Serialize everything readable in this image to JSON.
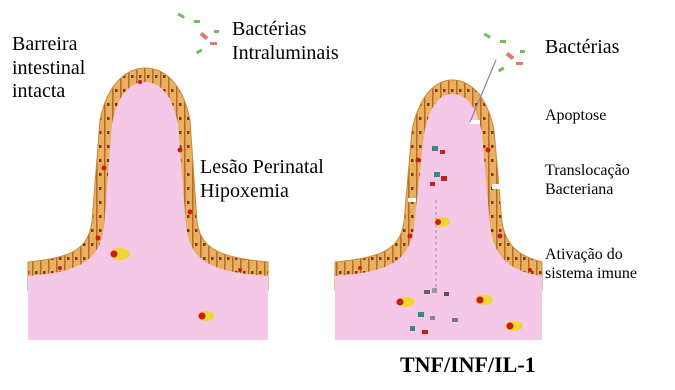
{
  "left_panel": {
    "label_barrier": [
      "Barreira",
      "intestinal",
      "intacta"
    ],
    "label_bacteria": [
      "Bactérias",
      "Intraluminais"
    ],
    "label_injury": [
      "Lesão Perinatal",
      "Hipoxemia"
    ]
  },
  "right_panel": {
    "label_bacteria": "Bactérias",
    "label_apoptosis": "Apoptose",
    "label_translocation": [
      "Translocação",
      "Bacteriana"
    ],
    "label_activation": [
      "Ativação do",
      "sistema imune"
    ],
    "label_cytokines": "TNF/INF/IL-1"
  },
  "colors": {
    "tissue": "#f4c8e6",
    "epithelium": "#e0a24a",
    "epithelium_dark": "#b86a22",
    "nucleus": "#7b3a1a",
    "cell_red": "#cc1b1b",
    "cell_yellow": "#f2d533",
    "bacteria_green": "#6fbf5c",
    "bacteria_pink": "#e0786e",
    "marker_teal": "#3a8a80"
  }
}
